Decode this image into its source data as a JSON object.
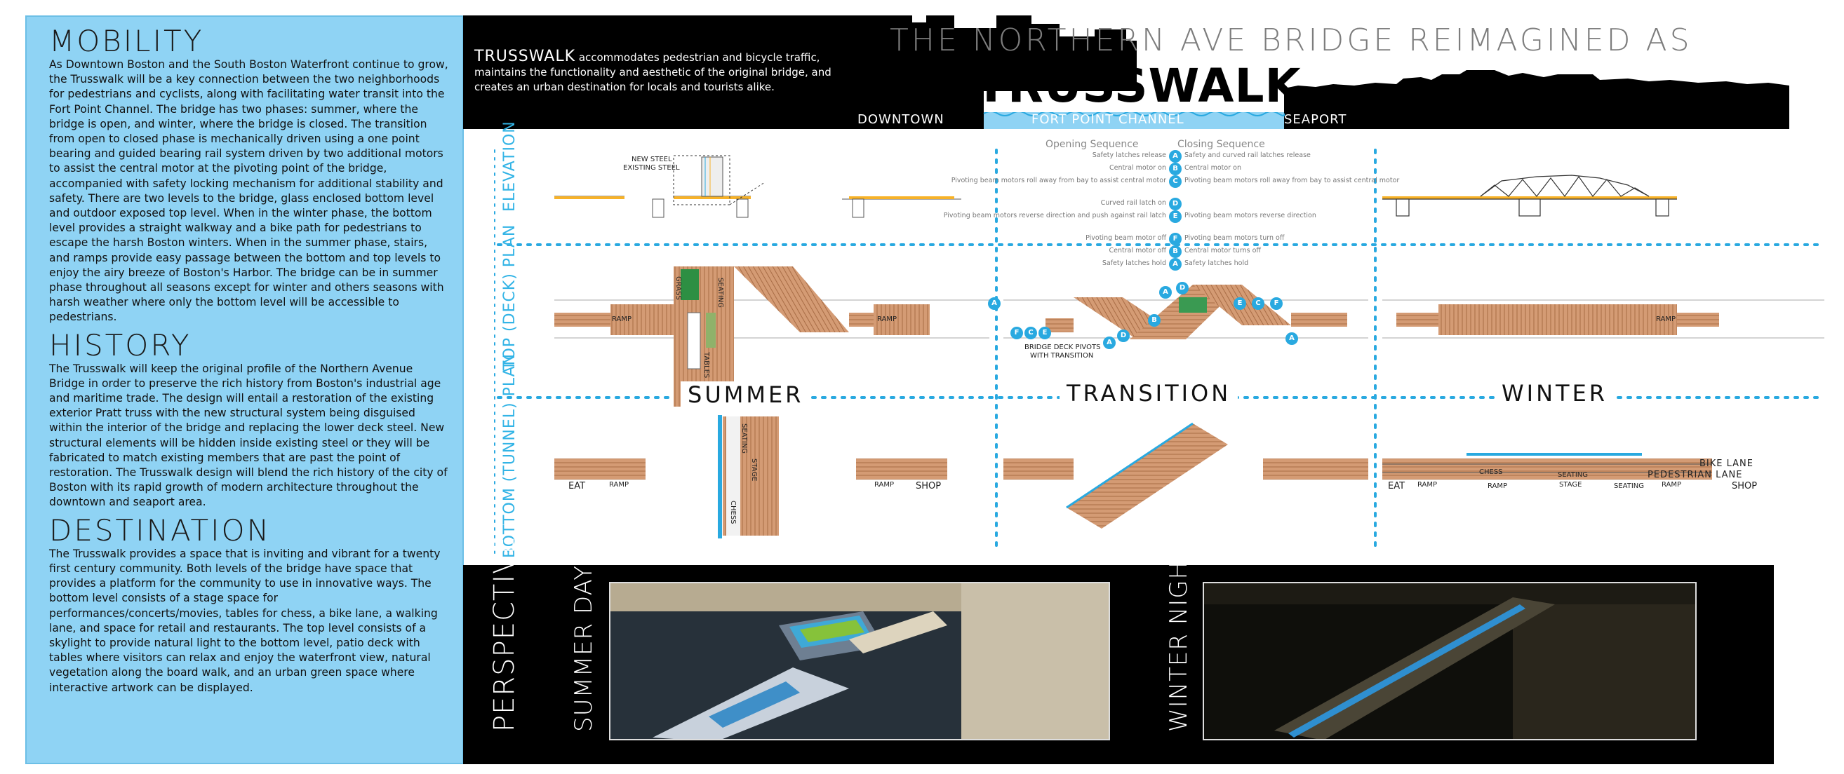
{
  "left_panel": {
    "sections": [
      {
        "heading": "MOBILITY",
        "body": "As Downtown Boston and the South Boston Waterfront continue to grow, the Trusswalk will be a key connection between the two neighborhoods for pedestrians and cyclists, along with facilitating water transit into the Fort Point Channel. The bridge has two phases: summer, where the bridge is open, and winter, where the bridge is closed. The transition from open to closed phase is mechanically driven using a one point bearing and guided bearing rail system driven by two additional motors to assist the central motor at the pivoting point of the bridge, accompanied with safety locking mechanism for additional stability and safety. There are two levels to the bridge, glass enclosed bottom level and outdoor exposed top level. When in the winter phase, the bottom level provides a straight walkway and a bike path for pedestrians to escape the harsh Boston winters. When in the summer phase, stairs, and ramps provide easy passage between the bottom and top levels to enjoy the airy breeze of Boston's Harbor. The bridge can be in summer phase throughout all seasons except for winter and others seasons with harsh weather where only the bottom level will be accessible to pedestrians."
      },
      {
        "heading": "HISTORY",
        "body": "The Trusswalk will keep the original profile of the Northern Avenue Bridge in order to preserve the rich history from Boston's industrial age and maritime trade. The design will entail a restoration of the existing exterior Pratt truss with the new structural system being disguised within the interior of the bridge and replacing the lower deck steel. New structural elements will be hidden inside existing steel or they will be fabricated to match existing members that are past the point of restoration. The Trusswalk design will blend the rich history of the city of Boston with its rapid growth of modern architecture throughout the downtown and seaport area."
      },
      {
        "heading": "DESTINATION",
        "body": "The Trusswalk provides a space that is inviting and vibrant for a twenty first century community. Both levels of the bridge have space that provides a platform for the community to use in innovative ways. The  bottom level consists of a stage space for performances/concerts/movies, tables for chess, a bike lane, a walking lane, and space for retail and restaurants. The top level consists of a skylight to provide natural light to the bottom level, patio deck with tables where visitors can relax and enjoy the waterfront view, natural vegetation along the board walk, and an urban green space where interactive artwork can be displayed."
      }
    ]
  },
  "header": {
    "title_line": "THE NORTHERN AVE BRIDGE REIMAGINED AS",
    "title_main": "TRUSSWALK",
    "intro_lead": "TRUSSWALK",
    "intro_rest": " accommodates pedestrian and bicycle traffic, maintains the functionality and aesthetic of the original bridge, and creates an urban destination for locals and tourists alike.",
    "locations": [
      "DOWNTOWN",
      "FORT POINT CHANNEL",
      "SEAPORT"
    ]
  },
  "diagram": {
    "row_labels": [
      "ELEVATION",
      "TOP (DECK) PLAN",
      "BOTTOM (TUNNEL) PLAN"
    ],
    "phases": [
      "SUMMER",
      "TRANSITION",
      "WINTER"
    ],
    "elevation_callouts": [
      "NEW STEEL",
      "EXISTING STEEL"
    ],
    "opening_header": "Opening Sequence",
    "closing_header": "Closing Sequence",
    "opening_steps": [
      {
        "badge": "A",
        "text": "Safety latches release"
      },
      {
        "badge": "B",
        "text": "Central motor on"
      },
      {
        "badge": "C",
        "text": "Pivoting beam motors roll away from bay to assist central motor"
      },
      {
        "badge": "D",
        "text": "Curved rail latch on"
      },
      {
        "badge": "E",
        "text": "Pivoting beam motors reverse direction and push against rail latch"
      },
      {
        "badge": "F",
        "text": "Pivoting beam motor off"
      },
      {
        "badge": "B",
        "text": "Central motor off"
      },
      {
        "badge": "A",
        "text": "Safety latches hold"
      }
    ],
    "closing_steps": [
      "Safety and curved rail latches release",
      "Central motor on",
      "Pivoting beam motors roll away from bay to assist central motor",
      "",
      "Pivoting beam motors reverse direction",
      "Pivoting beam motors turn off",
      "Central motor turns off",
      "Safety latches hold"
    ],
    "deck_labels": {
      "ramp": "RAMP",
      "grass": "GRASS",
      "seating": "SEATING",
      "tables": "TABLES",
      "pivot_note_1": "BRIDGE DECK PIVOTS",
      "pivot_note_2": "WITH TRANSITION"
    },
    "tunnel_labels": {
      "eat": "EAT",
      "ramp": "RAMP",
      "shop": "SHOP",
      "chess": "CHESS",
      "stage": "STAGE",
      "seating": "SEATING",
      "bike_lane": "BIKE LANE",
      "pedestrian_lane": "PEDESTRIAN LANE"
    }
  },
  "perspective": {
    "label": "PERSPECTIVE",
    "views": [
      "SUMMER DAY",
      "WINTER NIGHT"
    ]
  },
  "colors": {
    "panel_blue": "#8fd3f4",
    "accent_blue": "#29a9e0",
    "wood": "#c8916a",
    "black": "#000000"
  }
}
